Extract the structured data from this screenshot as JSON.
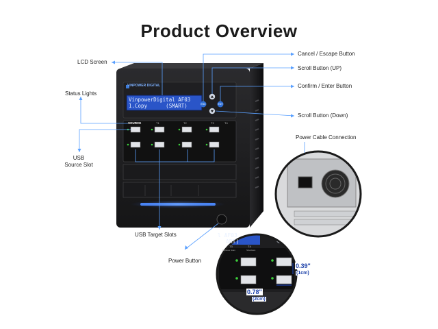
{
  "page": {
    "title": "Product Overview"
  },
  "callouts": {
    "lcd_screen": "LCD Screen",
    "status_lights": "Status Lights",
    "usb_source_slot_line1": "USB",
    "usb_source_slot_line2": "Source Slot",
    "usb_target_slots": "USB Target Slots",
    "power_button": "Power Button",
    "cancel_escape": "Cancel / Escape Button",
    "scroll_up": "Scroll Button (UP)",
    "confirm_enter": "Confirm / Enter Button",
    "scroll_down": "Scroll Button (Down)",
    "power_cable": "Power Cable Connection"
  },
  "device": {
    "brand": "VINPOWER DIGITAL",
    "lcd_line1": "VinpowerDigital AF03",
    "lcd_line2": "1.Copy      (SMART)",
    "source_label": "SOURCE",
    "port_labels": [
      "T1",
      "T2",
      "T3",
      "T4"
    ],
    "esc_label": "ESC",
    "ent_label": "ENT"
  },
  "zoom": {
    "lcd_fragment1": "l AF03",
    "lcd_fragment2": "ART)",
    "esc_label": "ESC",
    "port_labels": [
      "T3",
      "T4"
    ],
    "port_sublabels": [
      "Remove Scan",
      "Shutdown"
    ],
    "height_inch": "0.39\"",
    "height_cm": "(1cm)",
    "width_inch": "0.78\"",
    "width_cm": "(2cm)"
  },
  "colors": {
    "lcd_bg": "#2a55c8",
    "lcd_text": "#e8f0ff",
    "chassis": "#1c1c1e",
    "accent_blue": "#2f6fd6",
    "status_green": "#3ccf3c",
    "dimension_blue": "#1a3fa8"
  }
}
